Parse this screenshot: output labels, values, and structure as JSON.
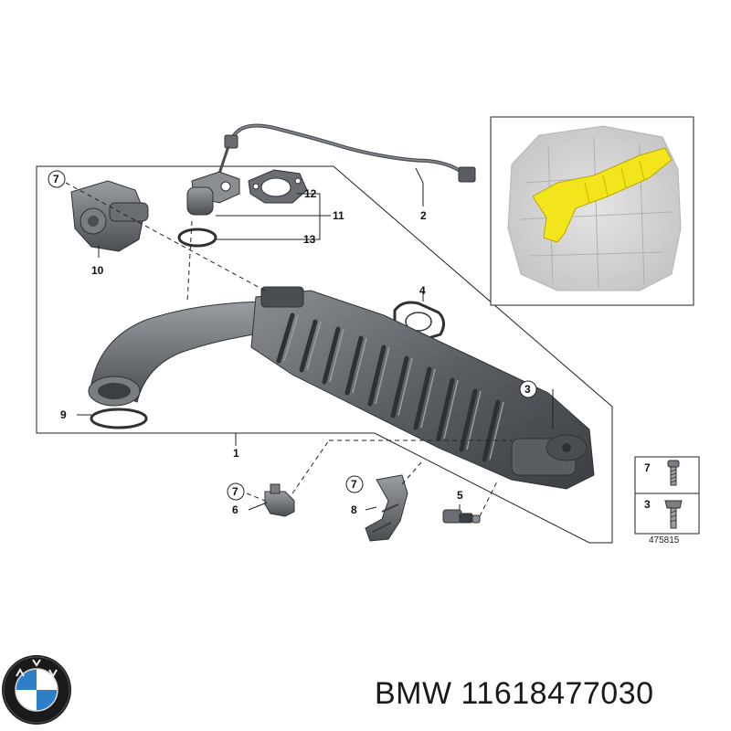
{
  "callouts": {
    "c1": "1",
    "c2": "2",
    "c3": "3",
    "c4": "4",
    "c5": "5",
    "c6": "6",
    "c7a": "7",
    "c7b": "7",
    "c7c": "7",
    "c7d": "7",
    "c3b": "3",
    "c8": "8",
    "c9": "9",
    "c10": "10",
    "c11": "11",
    "c12": "12",
    "c13": "13"
  },
  "legend": {
    "item_top": "7",
    "item_bottom": "3",
    "reference": "475815"
  },
  "caption": {
    "brand": "BMW",
    "part_number": "11618477030"
  },
  "icons": {
    "logo": "bmw-roundel-logo"
  },
  "colors": {
    "part_gray": "#5c6065",
    "part_dark": "#3d4044",
    "highlight": "#f2e51c",
    "engine_gray": "#cfcfcf",
    "line": "#222222"
  }
}
